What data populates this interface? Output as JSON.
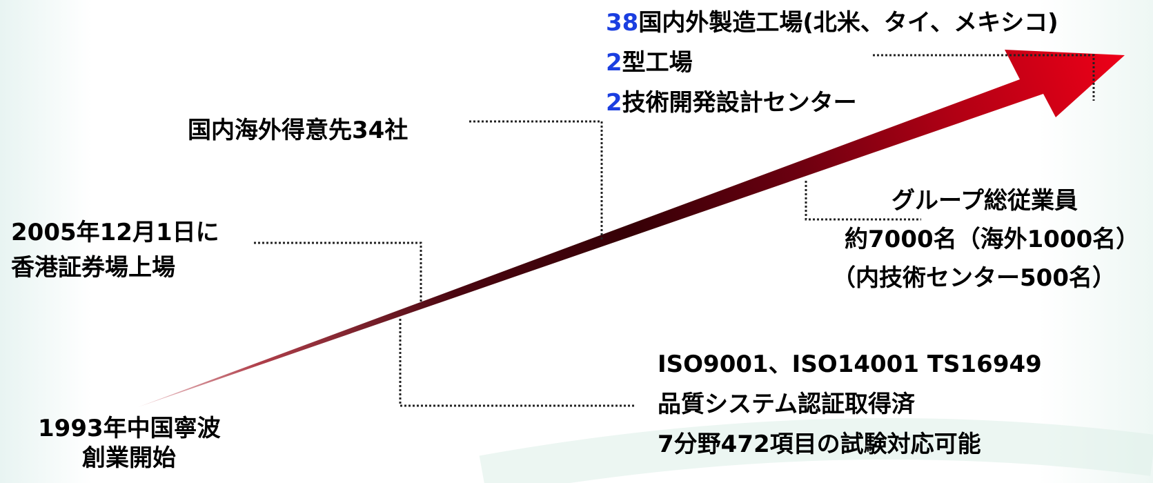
{
  "milestones": {
    "founding": {
      "lines": [
        "1993年中国寧波",
        "創業開始"
      ]
    },
    "listing": {
      "lines": [
        "2005年12月1日に",
        "香港証券場上場"
      ]
    },
    "customers": {
      "text": "国内海外得意先34社"
    },
    "facilities": [
      {
        "count": "38",
        "label": "国内外製造工場(北米、タイ、メキシコ)"
      },
      {
        "count": "2",
        "label": "型工場"
      },
      {
        "count": "2",
        "label": "技術開発設計センター"
      }
    ],
    "employees": {
      "lines": [
        "グループ総従業員",
        "約7000名（海外1000名）",
        "（内技術センター500名）"
      ]
    },
    "quality": {
      "lines": [
        "ISO9001、ISO14001 TS16949",
        "品質システム認証取得済",
        "7分野472項目の試験対応可能"
      ]
    }
  },
  "colors": {
    "arrow_dark": "#3a0008",
    "arrow_mid": "#8a0010",
    "arrow_bright": "#e00018",
    "count_text": "#1a3ee0",
    "background": "#e9f5f2"
  }
}
